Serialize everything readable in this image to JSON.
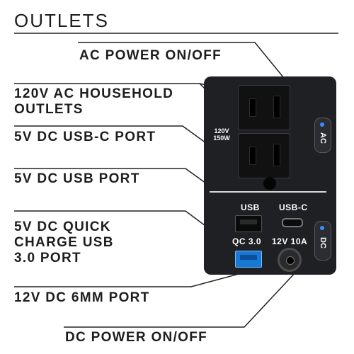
{
  "title": "OUTLETS",
  "labels": {
    "ac_power": "AC POWER ON/OFF",
    "ac_outlets_line1": "120V AC HOUSEHOLD",
    "ac_outlets_line2": "OUTLETS",
    "usb_c": "5V DC USB-C PORT",
    "usb": "5V DC USB PORT",
    "qc_line1": "5V DC QUICK",
    "qc_line2": "CHARGE USB",
    "qc_line3": "3.0 PORT",
    "dc12": "12V DC 6MM PORT",
    "dc_power": "DC POWER ON/OFF"
  },
  "panel": {
    "rating_line1": "120V",
    "rating_line2": "150W",
    "usb_label": "USB",
    "usbc_label": "USB-C",
    "qc_label": "QC 3.0",
    "dc_label": "12V 10A",
    "ac_button": "AC",
    "dc_button": "DC"
  },
  "colors": {
    "panel": "#1f2023",
    "led": "#3b8cff",
    "qc_port": "#1679d6"
  }
}
